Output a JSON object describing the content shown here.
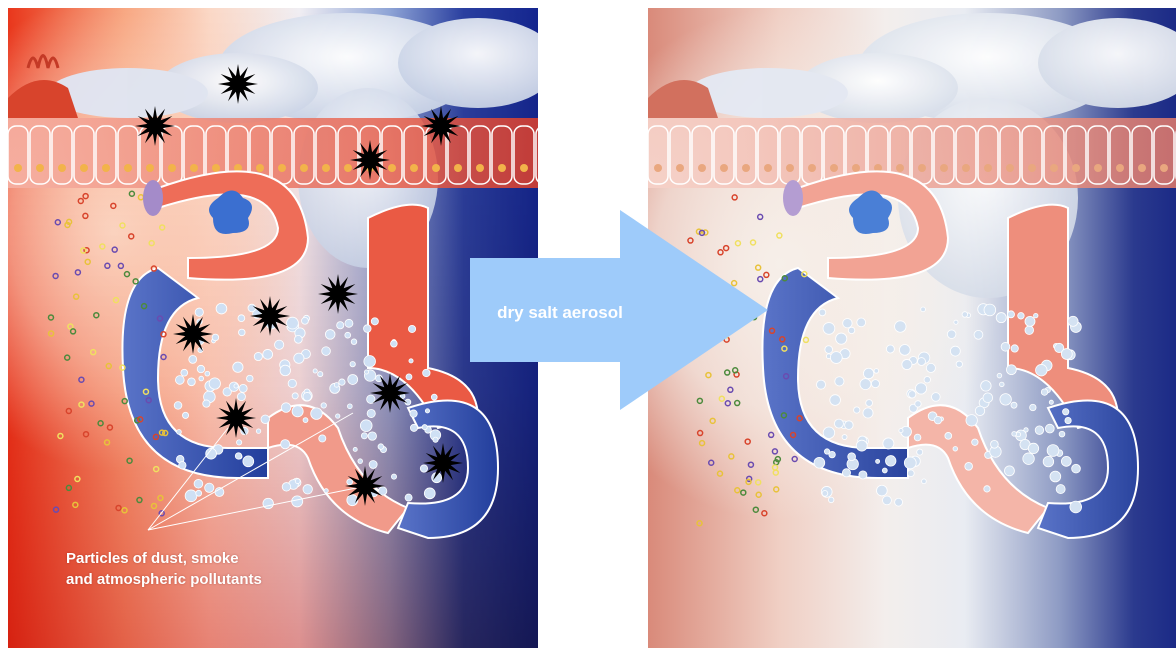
{
  "arrow": {
    "label": "dry salt aerosol",
    "color": "#9ecbfa"
  },
  "left_panel": {
    "caption": "Particles of dust, smoke and atmospheric pollutants",
    "caption_line1": "Particles of dust, smoke",
    "caption_line2": "and atmospheric pollutants",
    "particle_icon": "black-starburst-icon"
  },
  "colors": {
    "cell_red": "#e8503a",
    "cell_blue": "#2a4aa8",
    "mucus_white": "#f4f6fb",
    "nucleus": "#f2b34a"
  }
}
